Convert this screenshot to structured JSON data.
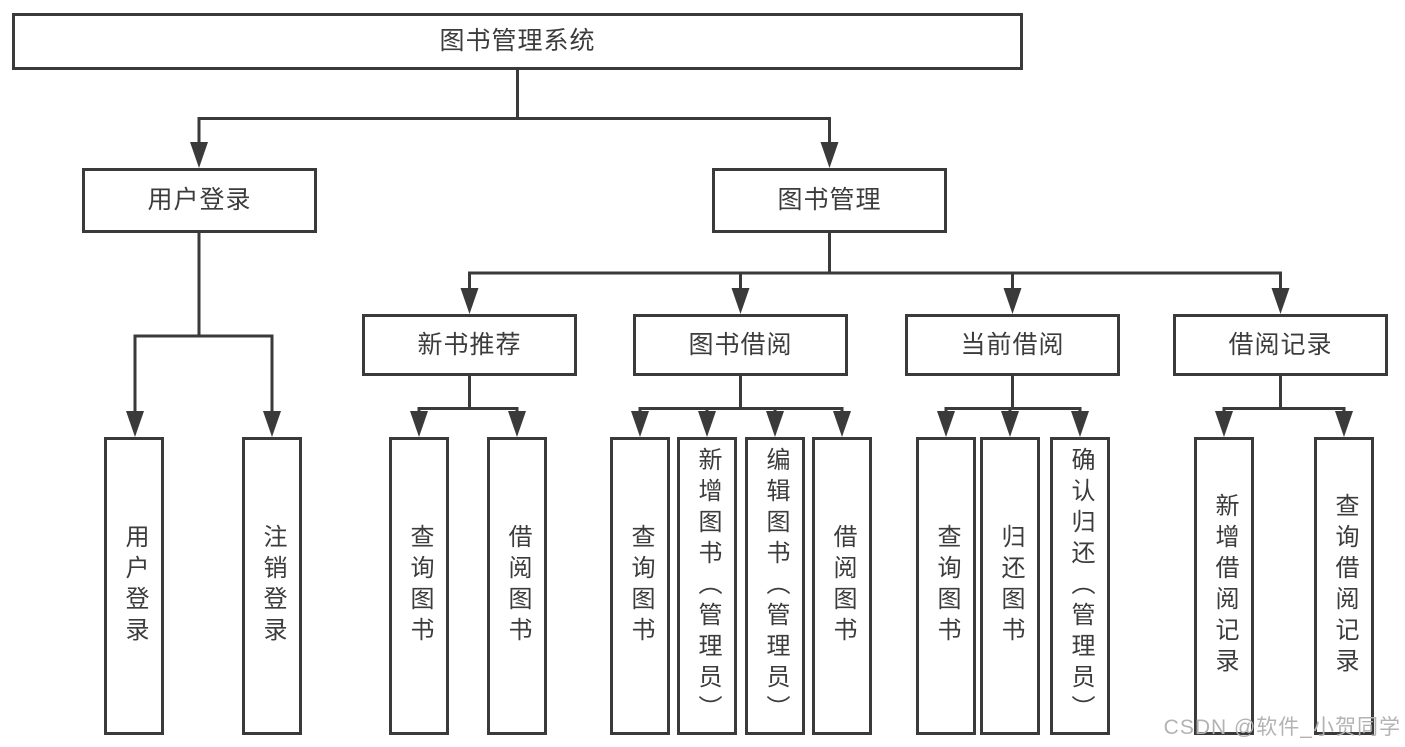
{
  "diagram": {
    "title": "图书管理系统",
    "type": "tree-structure-chart",
    "colors": {
      "line": "#3a3a3a",
      "box_border": "#3a3a3a",
      "box_background": "#ffffff",
      "text": "#3c3c3c",
      "watermark": "#b3b3b3"
    },
    "nodes": {
      "root": "图书管理系统",
      "user_login": "用户登录",
      "book_mgmt": "图书管理",
      "new_book_rec": "新书推荐",
      "book_borrow": "图书借阅",
      "current_borrow": "当前借阅",
      "borrow_record": "借阅记录",
      "leaf_user_login": "用户登录",
      "leaf_logout": "注销登录",
      "leaf_nb_query": "查询图书",
      "leaf_nb_borrow": "借阅图书",
      "leaf_bb_query": "查询图书",
      "leaf_bb_add": "新增图书（管理员）",
      "leaf_bb_edit": "编辑图书（管理员）",
      "leaf_bb_borrow": "借阅图书",
      "leaf_cb_query": "查询图书",
      "leaf_cb_return": "归还图书",
      "leaf_cb_confirm": "确认归还（管理员）",
      "leaf_br_add": "新增借阅记录",
      "leaf_br_query": "查询借阅记录"
    },
    "edges": [
      [
        "图书管理系统",
        "用户登录"
      ],
      [
        "图书管理系统",
        "图书管理"
      ],
      [
        "用户登录",
        "用户登录"
      ],
      [
        "用户登录",
        "注销登录"
      ],
      [
        "图书管理",
        "新书推荐"
      ],
      [
        "图书管理",
        "图书借阅"
      ],
      [
        "图书管理",
        "当前借阅"
      ],
      [
        "图书管理",
        "借阅记录"
      ],
      [
        "新书推荐",
        "查询图书"
      ],
      [
        "新书推荐",
        "借阅图书"
      ],
      [
        "图书借阅",
        "查询图书"
      ],
      [
        "图书借阅",
        "新增图书（管理员）"
      ],
      [
        "图书借阅",
        "编辑图书（管理员）"
      ],
      [
        "图书借阅",
        "借阅图书"
      ],
      [
        "当前借阅",
        "查询图书"
      ],
      [
        "当前借阅",
        "归还图书"
      ],
      [
        "当前借阅",
        "确认归还（管理员）"
      ],
      [
        "借阅记录",
        "新增借阅记录"
      ],
      [
        "借阅记录",
        "查询借阅记录"
      ]
    ]
  },
  "watermark": "CSDN @软件_小贺同学"
}
